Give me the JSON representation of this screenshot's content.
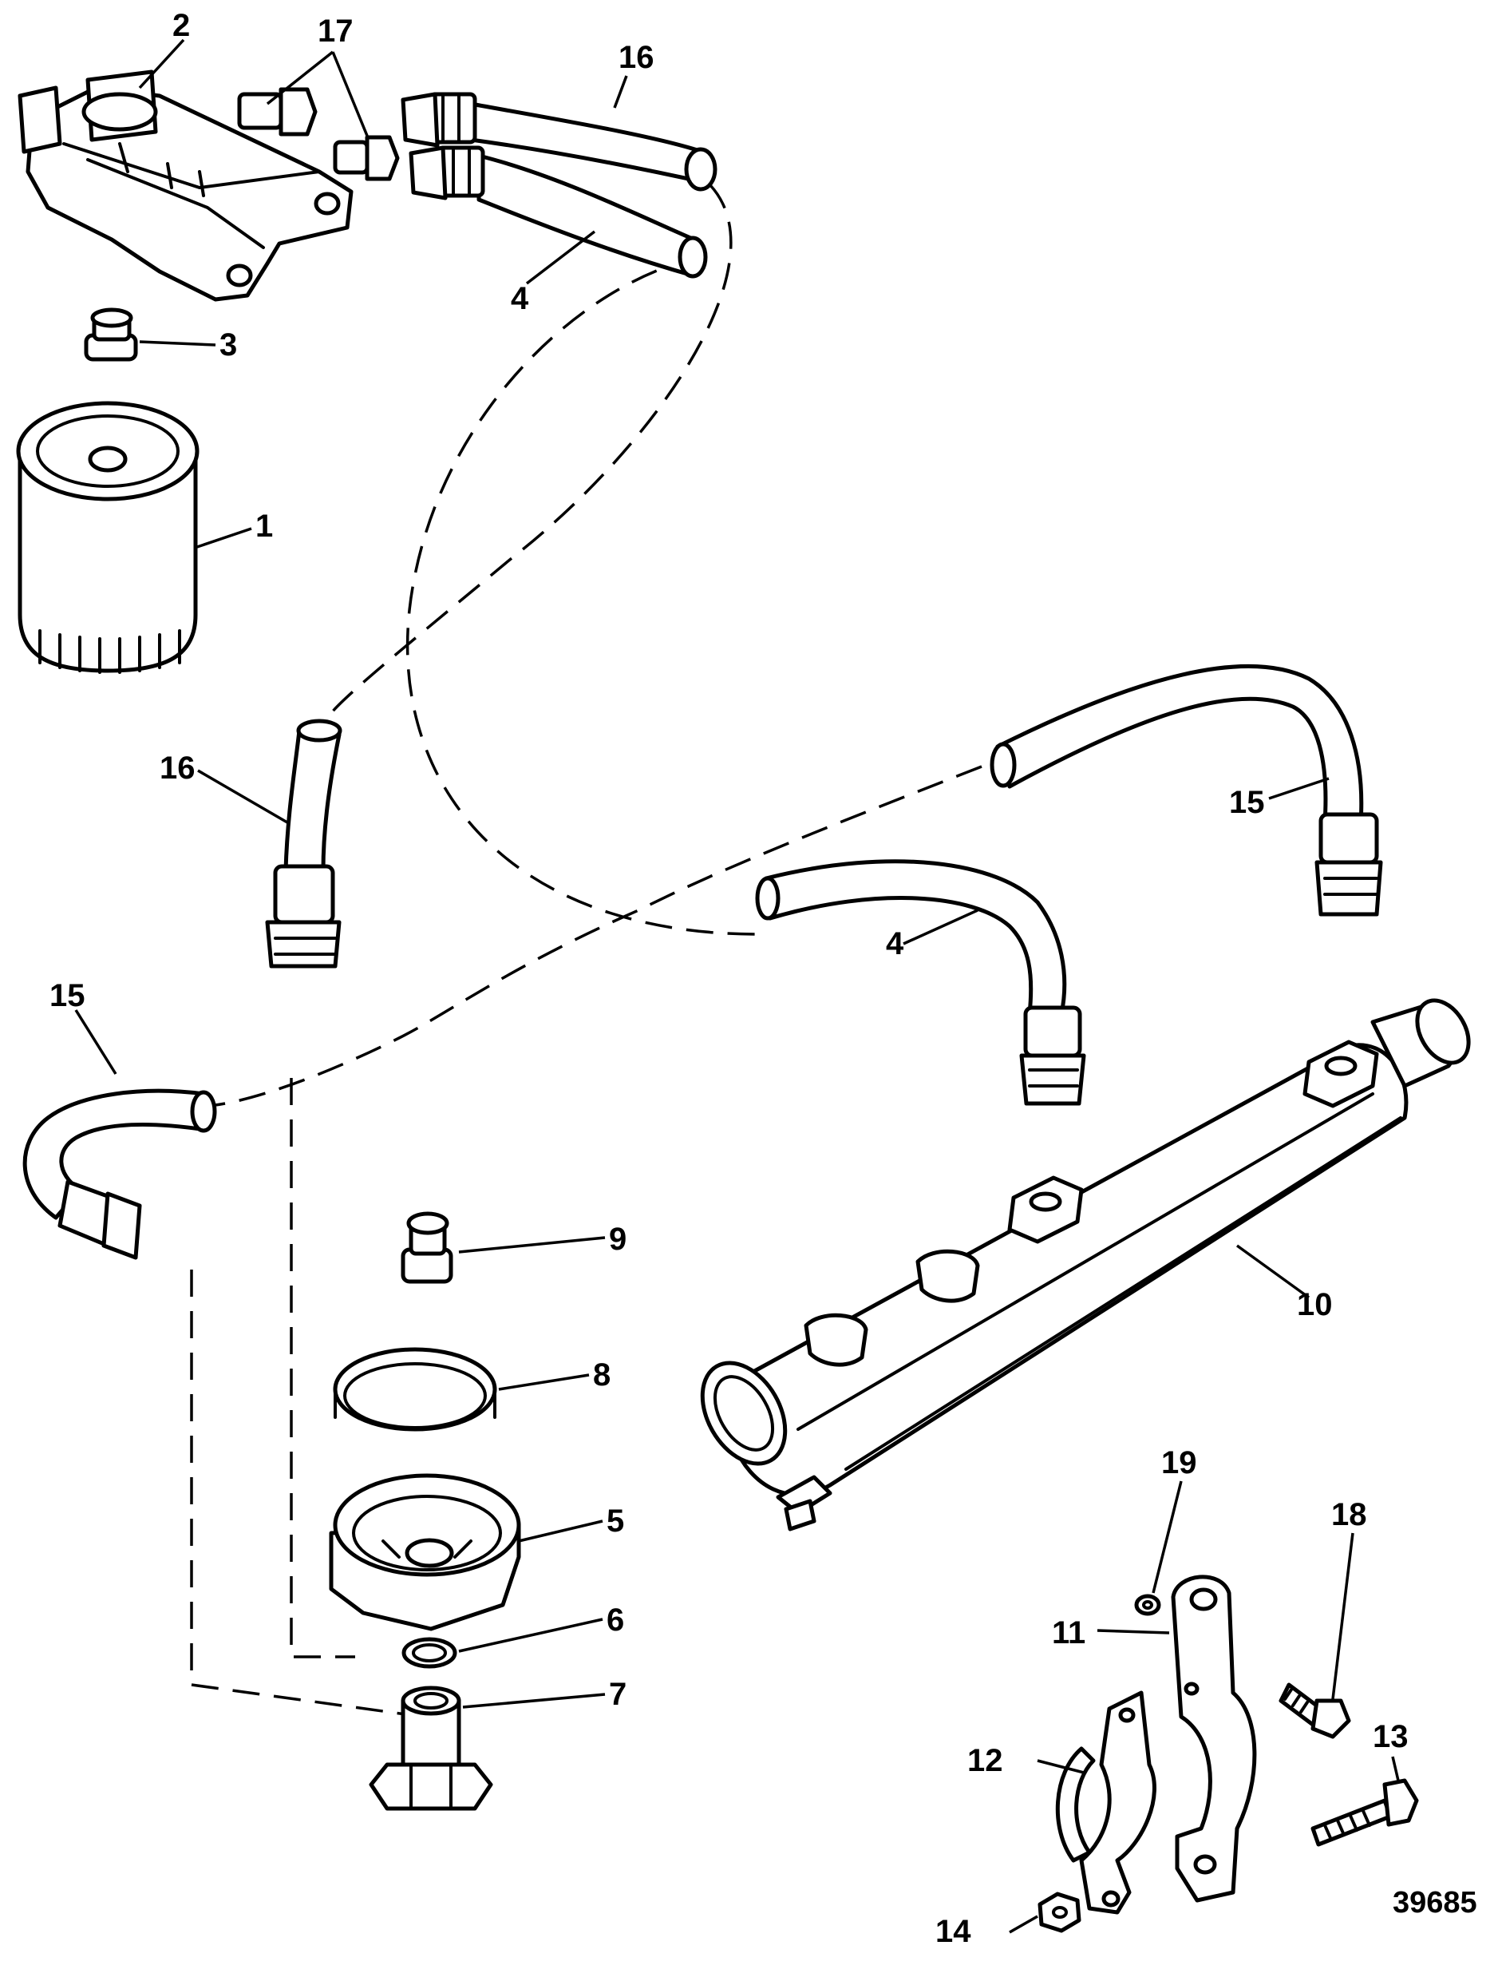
{
  "figure_number": "39685",
  "callouts": {
    "c1": "1",
    "c2": "2",
    "c3": "3",
    "c4a": "4",
    "c4b": "4",
    "c5": "5",
    "c6": "6",
    "c7": "7",
    "c8": "8",
    "c9": "9",
    "c10": "10",
    "c11": "11",
    "c12": "12",
    "c13": "13",
    "c14": "14",
    "c15a": "15",
    "c15b": "15",
    "c16a": "16",
    "c16b": "16",
    "c17": "17",
    "c18": "18",
    "c19": "19"
  }
}
